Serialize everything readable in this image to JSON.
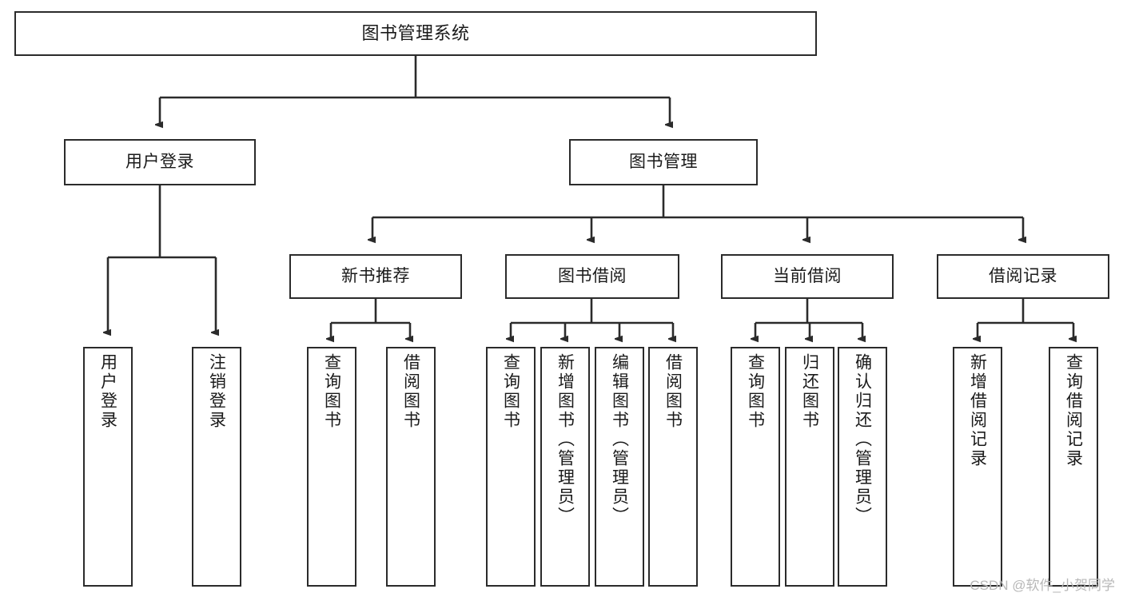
{
  "diagram": {
    "title": "图书管理系统",
    "watermark": "CSDN @软件_小贺同学",
    "line_color": "#2b2b2b",
    "box_fill": "#ffffff",
    "text_color": "#1a1a1a",
    "nodes": {
      "root": "图书管理系统",
      "level2": {
        "user_login": "用户登录",
        "book_management": "图书管理"
      },
      "level3": {
        "new_book_recommend": "新书推荐",
        "book_borrow": "图书借阅",
        "current_borrow": "当前借阅",
        "borrow_record": "借阅记录"
      },
      "leaves": {
        "user_login_1": "用户登录",
        "user_login_2": "注销登录",
        "recommend_1": "查询图书",
        "recommend_2": "借阅图书",
        "borrow_1": "查询图书",
        "borrow_2": "新增图书（管理员）",
        "borrow_3": "编辑图书（管理员）",
        "borrow_4": "借阅图书",
        "current_1": "查询图书",
        "current_2": "归还图书",
        "current_3": "确认归还（管理员）",
        "record_1": "新增借阅记录",
        "record_2": "查询借阅记录"
      }
    }
  }
}
